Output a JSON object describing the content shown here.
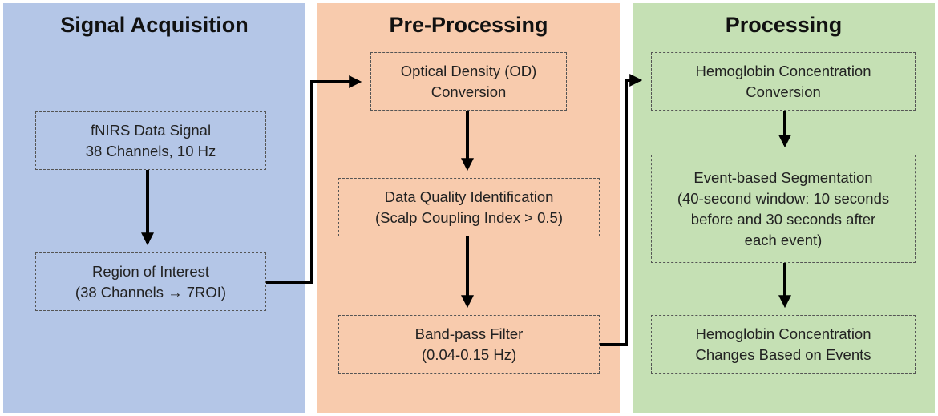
{
  "panels": [
    {
      "title": "Signal Acquisition",
      "boxes": [
        {
          "lines": [
            "fNIRS Data Signal",
            "38 Channels, 10 Hz"
          ]
        },
        {
          "lines": [
            "Region of Interest",
            "(38 Channels → 7ROI)"
          ]
        }
      ]
    },
    {
      "title": "Pre-Processing",
      "boxes": [
        {
          "lines": [
            "Optical Density (OD)",
            "Conversion"
          ]
        },
        {
          "lines": [
            "Data Quality Identification",
            "(Scalp Coupling Index > 0.5)"
          ]
        },
        {
          "lines": [
            "Band-pass Filter",
            "(0.04-0.15 Hz)"
          ]
        }
      ]
    },
    {
      "title": "Processing",
      "boxes": [
        {
          "lines": [
            "Hemoglobin Concentration",
            "Conversion"
          ]
        },
        {
          "lines": [
            "Event-based Segmentation",
            "(40-second window: 10 seconds",
            "before and 30 seconds after",
            "each event)"
          ]
        },
        {
          "lines": [
            "Hemoglobin Concentration",
            "Changes Based on Events"
          ]
        }
      ]
    }
  ],
  "colors": {
    "signal_acquisition_bg": "#b4c6e7",
    "pre_processing_bg": "#f8cbad",
    "processing_bg": "#c5e0b4",
    "arrow": "#000000"
  }
}
